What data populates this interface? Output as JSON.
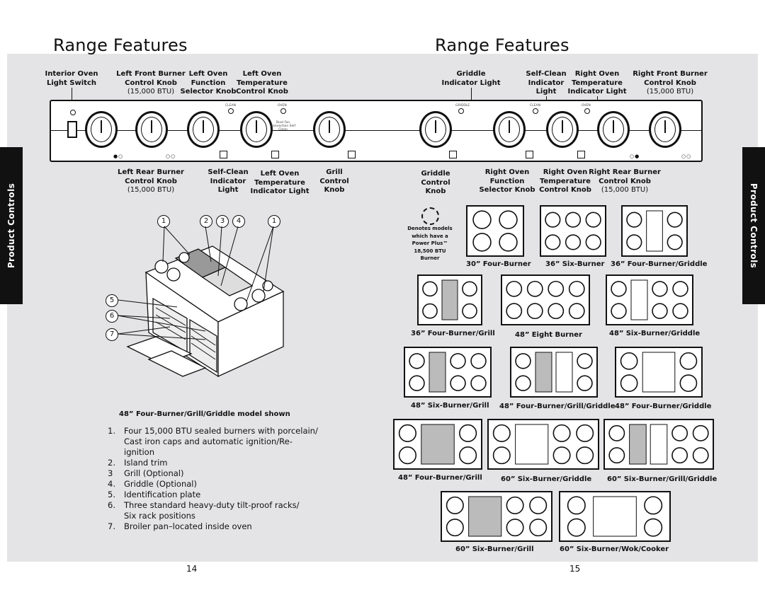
{
  "page": {
    "title_left": "Range Features",
    "title_right": "Range Features",
    "page_left": "14",
    "page_right": "15"
  },
  "tabs": {
    "left": "Product Controls",
    "right": "Product Controls"
  },
  "top_labels": [
    {
      "lines": [
        "Interior Oven",
        "Light Switch"
      ]
    },
    {
      "lines": [
        "Left Front Burner",
        "Control Knob",
        "(15,000 BTU)"
      ]
    },
    {
      "lines": [
        "Left Oven",
        "Function",
        "Selector Knob"
      ]
    },
    {
      "lines": [
        "Left Oven",
        "Temperature",
        "Control Knob"
      ]
    },
    {
      "lines": [
        "Griddle",
        "Indicator Light"
      ]
    },
    {
      "lines": [
        "Self-Clean",
        "Indicator",
        "Light"
      ]
    },
    {
      "lines": [
        "Right Oven",
        "Temperature",
        "Indicator Light"
      ]
    },
    {
      "lines": [
        "Right Front Burner",
        "Control Knob",
        "(15,000 BTU)"
      ]
    }
  ],
  "bottom_labels": [
    {
      "lines": [
        "Left Rear Burner",
        "Control Knob",
        "(15,000 BTU)"
      ]
    },
    {
      "lines": [
        "Self-Clean",
        "Indicator",
        "Light"
      ]
    },
    {
      "lines": [
        "Left Oven",
        "Temperature",
        "Indicator Light"
      ]
    },
    {
      "lines": [
        "Grill",
        "Control",
        "Knob"
      ]
    },
    {
      "lines": [
        "Griddle",
        "Control",
        "Knob"
      ]
    },
    {
      "lines": [
        "Right Oven",
        "Function",
        "Selector Knob"
      ]
    },
    {
      "lines": [
        "Right Oven",
        "Temperature",
        "Control Knob"
      ]
    },
    {
      "lines": [
        "Right Rear Burner",
        "Control Knob",
        "(15,000 BTU)"
      ]
    }
  ],
  "panel_text": {
    "clean": "CLEAN",
    "oven": "OVEN",
    "griddle": "GRIDDLE",
    "convection": "Dual Fan\nConvection Self Clean"
  },
  "callouts": [
    "1",
    "2",
    "3",
    "4",
    "1",
    "5",
    "6",
    "7"
  ],
  "model_caption": "48” Four-Burner/Grill/Griddle model shown",
  "features": [
    {
      "n": "1.",
      "text": "Four 15,000 BTU sealed burners with porcelain/",
      "cont": "Cast iron caps and automatic ignition/Re-ignition"
    },
    {
      "n": "2.",
      "text": "Island trim"
    },
    {
      "n": "3",
      "text": "Grill (Optional)"
    },
    {
      "n": "4.",
      "text": "Griddle (Optional)"
    },
    {
      "n": "5.",
      "text": "Identification plate"
    },
    {
      "n": "6.",
      "text": "Three standard heavy-duty tilt-proof racks/",
      "cont": "Six rack positions"
    },
    {
      "n": "7.",
      "text": "Broiler pan–located inside oven"
    }
  ],
  "legend": {
    "lines": [
      "Denotes models",
      "which have a",
      "Power Plus™",
      "18,500 BTU Burner"
    ]
  },
  "configs": [
    {
      "size": "30”",
      "name": "Four-Burner",
      "layout": "B2,B2"
    },
    {
      "size": "36”",
      "name": "Six-Burner",
      "layout": "B2,B2,B2"
    },
    {
      "size": "36”",
      "name": "Four-Burner/Griddle",
      "layout": "B2,D,B2"
    },
    {
      "size": "36”",
      "name": "Four-Burner/Grill",
      "layout": "B2,G,B2"
    },
    {
      "size": "48”",
      "name": "Eight Burner",
      "layout": "B2,B2,B2,B2"
    },
    {
      "size": "48”",
      "name": "Six-Burner/Griddle",
      "layout": "B2,D,B2,B2"
    },
    {
      "size": "48”",
      "name": "Six-Burner/Grill",
      "layout": "B2,G,B2,B2"
    },
    {
      "size": "48”",
      "name": "Four-Burner/Grill/Griddle",
      "layout": "B2,G,D,B2"
    },
    {
      "size": "48”",
      "name": "Four-Burner/Griddle",
      "layout": "B2,DW,B2"
    },
    {
      "size": "48”",
      "name": "Four-Burner/Grill",
      "layout": "B2,GW,B2"
    },
    {
      "size": "60”",
      "name": "Six-Burner/Griddle",
      "layout": "B2,DW,B2,B2"
    },
    {
      "size": "60”",
      "name": "Six-Burner/Grill/Griddle",
      "layout": "B2,G,D,B2,B2"
    },
    {
      "size": "60”",
      "name": "Six-Burner/Grill",
      "layout": "B2,GW,B2,B2"
    },
    {
      "size": "60”",
      "name": "Six-Burner/Wok/Cooker",
      "layout": "B2,W,B2"
    }
  ]
}
